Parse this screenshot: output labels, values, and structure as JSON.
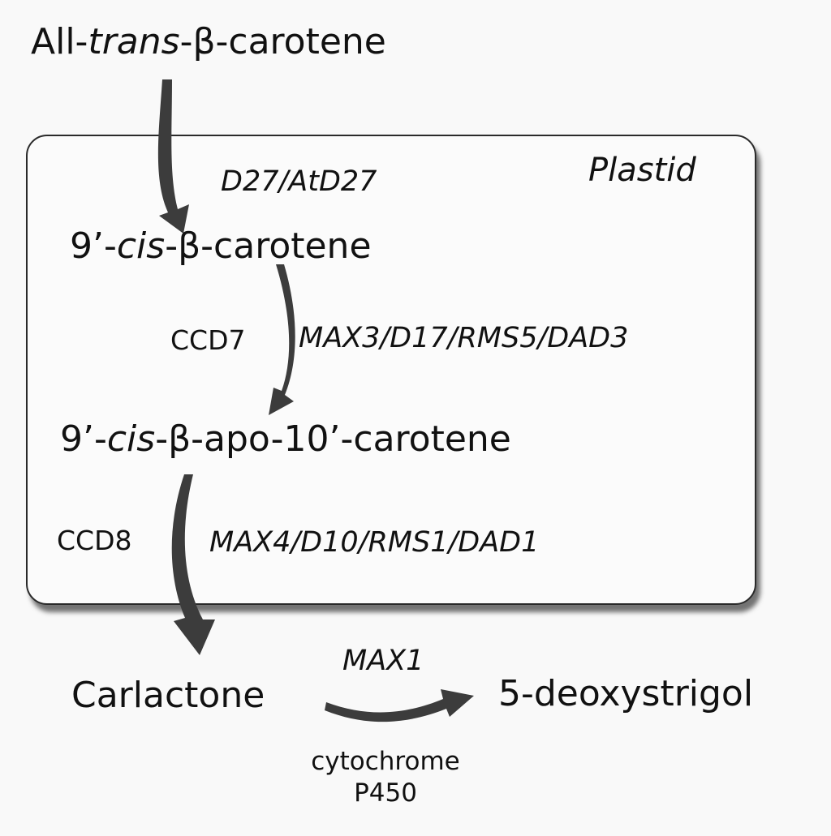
{
  "compartment": {
    "label": "Plastid"
  },
  "compounds": {
    "all_trans_beta_carotene": {
      "pre": "All-",
      "ital": "trans",
      "post": "-β-carotene"
    },
    "nine_cis_beta_carotene": {
      "pre": "9’-",
      "ital": "cis",
      "post": "-β-carotene"
    },
    "nine_cis_beta_apo_carotene": {
      "pre": "9’-",
      "ital": "cis",
      "post": "-β-apo-10’-carotene"
    },
    "carlactone": "Carlactone",
    "deoxystrigol": "5-deoxystrigol"
  },
  "steps": {
    "d27": {
      "genes": "D27/AtD27"
    },
    "ccd7": {
      "enzyme": "CCD7",
      "genes": "MAX3/D17/RMS5/DAD3"
    },
    "ccd8": {
      "enzyme": "CCD8",
      "genes": "MAX4/D10/RMS1/DAD1"
    },
    "max1": {
      "genes": "MAX1",
      "enzyme_line1": "cytochrome",
      "enzyme_line2": "P450"
    }
  },
  "colors": {
    "arrow": "#3c3c3c",
    "box_border": "#2a2a2a",
    "box_shadow": "#464646",
    "text": "#111111"
  }
}
